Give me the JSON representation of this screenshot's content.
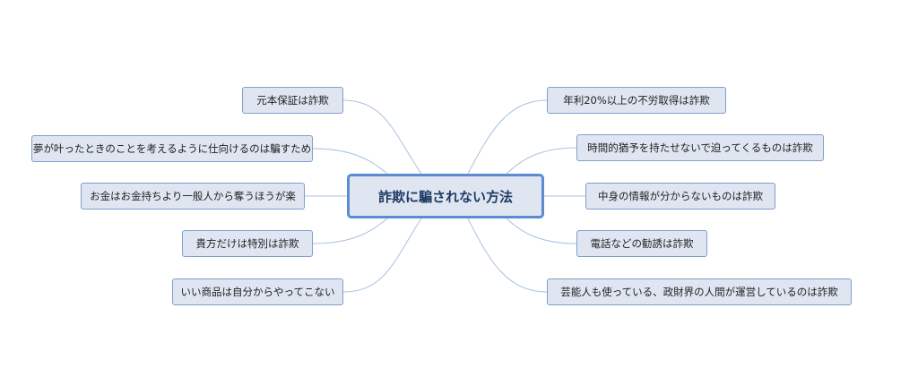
{
  "mindmap": {
    "central_topic": "詐欺に騙されない方法",
    "left_topics": [
      "元本保証は詐欺",
      "夢が叶ったときのことを考えるように仕向けるのは騙すため",
      "お金はお金持ちより一般人から奪うほうが楽",
      "貴方だけは特別は詐欺",
      "いい商品は自分からやってこない"
    ],
    "right_topics": [
      "年利20%以上の不労取得は詐欺",
      "時間的猶予を持たせないで迫ってくるものは詐欺",
      "中身の情報が分からないものは詐欺",
      "電話などの勧誘は詐欺",
      "芸能人も使っている、政財界の人間が運営しているのは詐欺"
    ],
    "colors": {
      "node_fill": "#dfe6f2",
      "node_border": "#7f9fcd",
      "center_border": "#5b8bd0",
      "connector": "#a9c2e0"
    }
  }
}
